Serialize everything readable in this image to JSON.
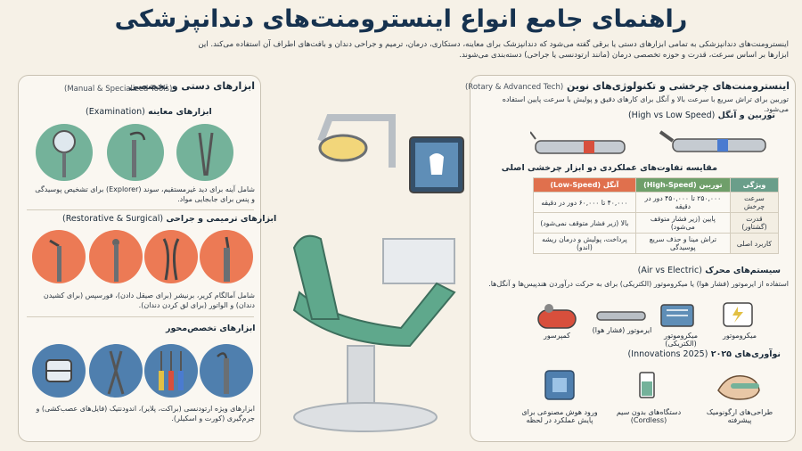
{
  "title": "راهنمای جامع انواع اینسترومنت‌های دندانپزشکی",
  "intro": "اینسترومنت‌های دندانپزشکی به تمامی ابزارهای دستی یا برقی گفته می‌شود که دندانپزشک برای معاینه، دستکاری، درمان، ترمیم و جراحی دندان و بافت‌های اطراف آن استفاده می‌کند. این ابزارها بر اساس سرعت، قدرت و حوزه تخصصی درمان (مانند ارتودنسی یا جراحی) دسته‌بندی می‌شوند.",
  "left": {
    "title": "ابزارهای دستی و تخصصی",
    "title_en": "(Manual & Specialized Tools)",
    "exam": {
      "title": "ابزارهای معاینه",
      "title_en": "(Examination)",
      "desc": "شامل آینه برای دید غیرمستقیم، سوند (Explorer) برای تشخیص پوسیدگی و پنس برای جابجایی مواد."
    },
    "restorative": {
      "title": "ابزارهای ترمیمی و جراحی",
      "title_en": "(Restorative & Surgical)",
      "desc": "شامل آمالگام کریر، برنیشر (برای صیقل دادن)، فورسپس (برای کشیدن دندان) و الواتور (برای لق کردن دندان)."
    },
    "specialized": {
      "title": "ابزارهای تخصص‌محور",
      "desc": "ابزارهای ویژه ارتودنسی (براکت، پلایر)، اندودنتیک (فایل‌های عصب‌کشی) و جرم‌گیری (کورت و اسکیلر)."
    }
  },
  "right": {
    "title": "اینسترومنت‌های چرخشی و تکنولوژی‌های نوین",
    "title_en": "(Rotary & Advanced Tech)",
    "desc": "توربین برای تراش سریع با سرعت بالا و آنگل برای کارهای دقیق و پولیش با سرعت پایین استفاده می‌شود.",
    "handpieces_title": "توربین و آنگل",
    "handpieces_en": "(High vs Low Speed)",
    "compare_title": "مقایسه تفاوت‌های عملکردی دو ابزار چرخشی اصلی",
    "table": {
      "headers": [
        "ویژگی",
        "توربین (High-Speed)",
        "آنگل (Low-Speed)"
      ],
      "rows": [
        [
          "سرعت چرخش",
          "۲۵۰,۰۰۰ تا ۴۵۰,۰۰۰ دور در دقیقه",
          "۴۰,۰۰۰ تا ۶۰,۰۰۰ دور در دقیقه"
        ],
        [
          "قدرت (گشتاور)",
          "پایین (زیر فشار متوقف می‌شود)",
          "بالا (زیر فشار متوقف نمی‌شود)"
        ],
        [
          "کاربرد اصلی",
          "تراش مینا و حذف سریع پوسیدگی",
          "پرداخت، پولیش و درمان ریشه (اندو)"
        ]
      ]
    },
    "motor_title": "سیستم‌های محرک",
    "motor_en": "(Air vs Electric)",
    "motor_desc": "استفاده از ایرموتور (فشار هوا) یا میکروموتور (الکتریکی) برای به حرکت درآوردن هندپیس‌ها و آنگل‌ها.",
    "motors": [
      "میکروموتور",
      "میکروموتور (الکتریکی)",
      "ایرموتور (فشار هوا)",
      "کمپرسور"
    ],
    "innov_title": "نوآوری‌های ۲۰۲۵",
    "innov_en": "(2025 Innovations)",
    "innovations": [
      "طراحی‌های ارگونومیک پیشرفته",
      "دستگاه‌های بدون سیم (Cordless)",
      "ورود هوش مصنوعی برای پایش عملکرد در لحظه"
    ]
  },
  "colors": {
    "green": "#74b29a",
    "orange": "#ec7a55",
    "blue": "#4f7fae",
    "navy": "#16324f"
  }
}
